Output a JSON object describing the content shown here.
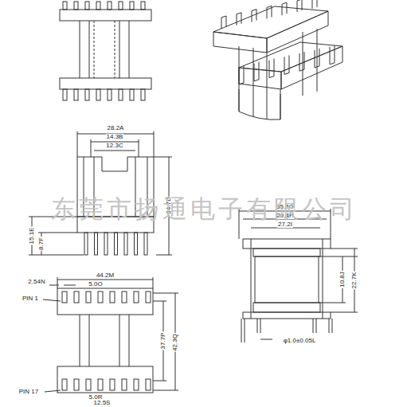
{
  "diagram": {
    "labels": [
      "28.2A",
      "14.3B",
      "12.3C",
      "34.7D",
      "15.1E",
      "8.7F",
      "35.4G",
      "29.4H",
      "27.2I",
      "10.8J",
      "22.7K",
      "φ1.0±0.05L",
      "44.2M",
      "2.54N",
      "5.0O",
      "PIN 1",
      "37.7P",
      "42.3Q",
      "PIN 17",
      "5.0R",
      "12.5S",
      "东莞市扬通电子有限公司"
    ]
  }
}
